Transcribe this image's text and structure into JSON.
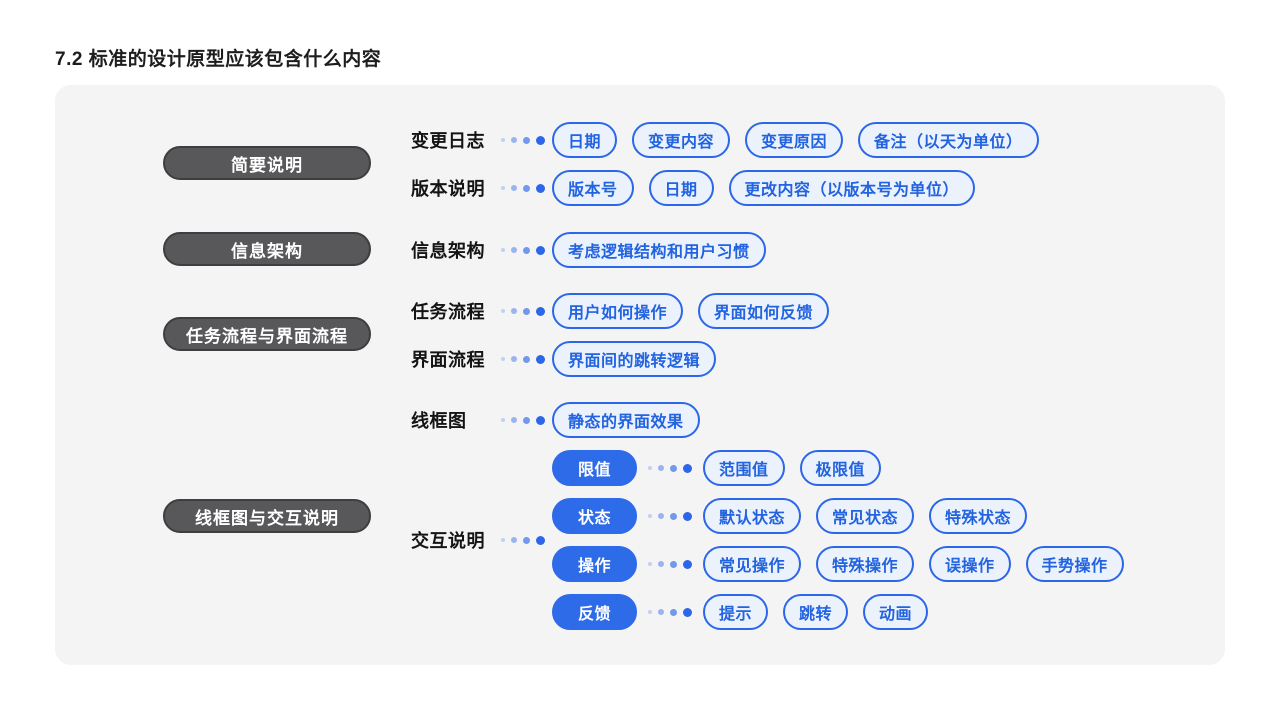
{
  "page_title": "7.2 标准的设计原型应该包含什么内容",
  "colors": {
    "accent_blue": "#2b67e8",
    "filled_pill_blue": "#2e6be8",
    "pill_fill_light": "#ebf2fc",
    "dark_pill_gray": "#58585a",
    "panel_background": "#f4f4f5"
  },
  "left_pills": [
    {
      "label": "简要说明"
    },
    {
      "label": "信息架构"
    },
    {
      "label": "任务流程与界面流程"
    },
    {
      "label": "线框图与交互说明"
    }
  ],
  "rows": [
    {
      "label": "变更日志",
      "pills": [
        "日期",
        "变更内容",
        "变更原因",
        "备注（以天为单位）"
      ]
    },
    {
      "label": "版本说明",
      "pills": [
        "版本号",
        "日期",
        "更改内容（以版本号为单位）"
      ]
    },
    {
      "label": "信息架构",
      "pills": [
        "考虑逻辑结构和用户习惯"
      ]
    },
    {
      "label": "任务流程",
      "pills": [
        "用户如何操作",
        "界面如何反馈"
      ]
    },
    {
      "label": "界面流程",
      "pills": [
        "界面间的跳转逻辑"
      ]
    },
    {
      "label": "线框图",
      "pills": [
        "静态的界面效果"
      ]
    },
    {
      "label": "交互说明",
      "sub_rows": [
        {
          "label": "限值",
          "pills": [
            "范围值",
            "极限值"
          ]
        },
        {
          "label": "状态",
          "pills": [
            "默认状态",
            "常见状态",
            "特殊状态"
          ]
        },
        {
          "label": "操作",
          "pills": [
            "常见操作",
            "特殊操作",
            "误操作",
            "手势操作"
          ]
        },
        {
          "label": "反馈",
          "pills": [
            "提示",
            "跳转",
            "动画"
          ]
        }
      ]
    }
  ]
}
